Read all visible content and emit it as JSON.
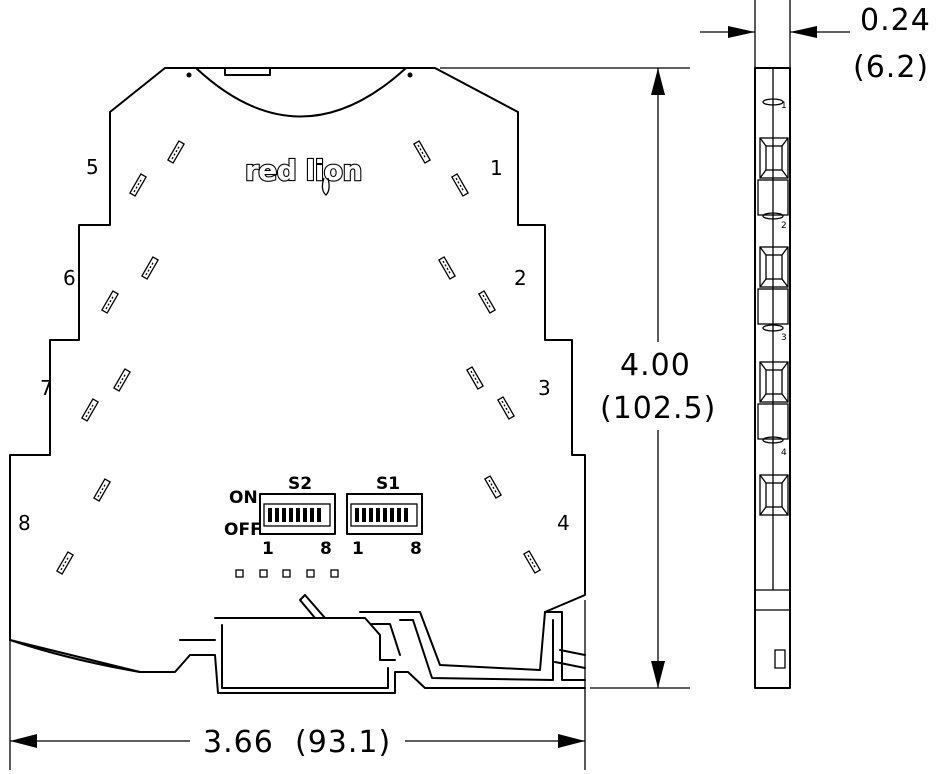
{
  "brand": "red lion",
  "dimensions": {
    "height_in": "4.00",
    "height_mm": "(102.5)",
    "width_in": "3.66",
    "width_mm": "(93.1)",
    "depth_in": "0.24",
    "depth_mm": "(6.2)"
  },
  "terminals": [
    "1",
    "2",
    "3",
    "4",
    "5",
    "6",
    "7",
    "8"
  ],
  "switches": {
    "s2": "S2",
    "s1": "S1",
    "on": "ON",
    "off": "OFF",
    "first": "1",
    "last": "8"
  },
  "side_numbers": [
    "1",
    "2",
    "3",
    "4"
  ]
}
